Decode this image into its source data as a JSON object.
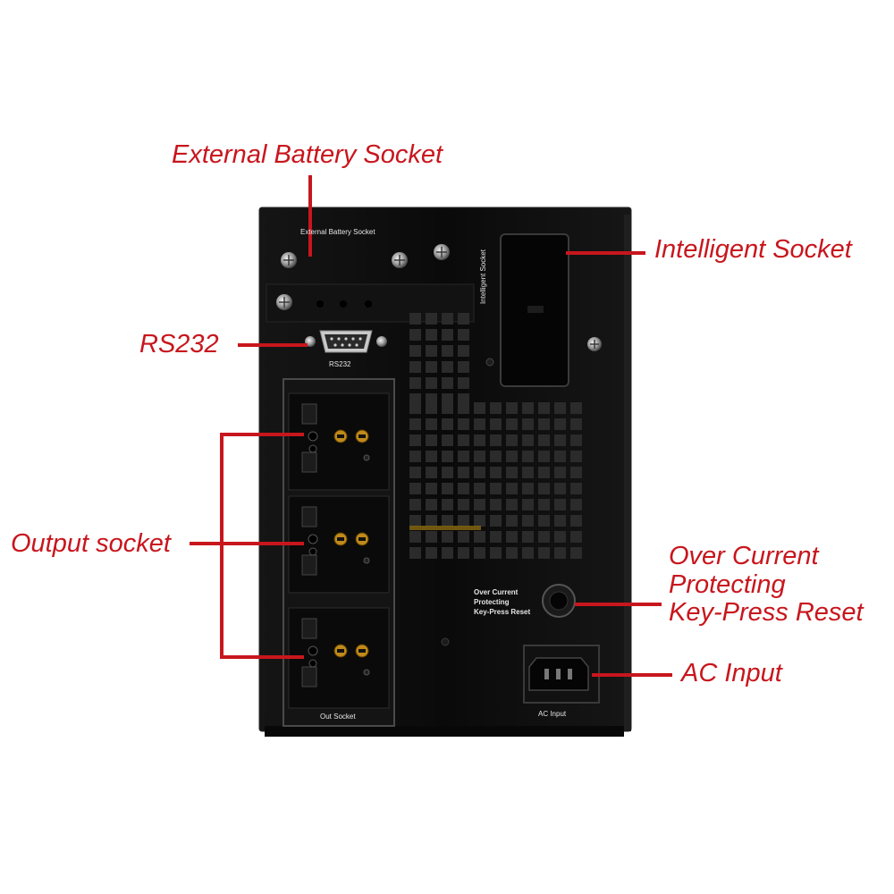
{
  "callouts": {
    "external_battery": "External Battery Socket",
    "intelligent": "Intelligent Socket",
    "rs232": "RS232",
    "output": "Output socket",
    "over_current_line1": "Over Current",
    "over_current_line2": "Protecting",
    "over_current_line3": "Key-Press Reset",
    "ac_input": "AC Input"
  },
  "panel_labels": {
    "external_battery": "External Battery Socket",
    "intelligent": "Intelligent  Socket",
    "rs232": "RS232",
    "out_socket": "Out Socket",
    "over_current_line1": "Over Current",
    "over_current_line2": "Protecting",
    "over_current_line3": "Key-Press Reset",
    "ac_input": "AC Input"
  },
  "colors": {
    "callout_red": "#c8161d",
    "case_black": "#0c0c0c",
    "background": "#ffffff"
  },
  "icons": [
    "screw-icon",
    "db9-port-icon",
    "universal-outlet-icon",
    "iec-inlet-icon",
    "reset-button-icon",
    "vent-grille-icon"
  ]
}
